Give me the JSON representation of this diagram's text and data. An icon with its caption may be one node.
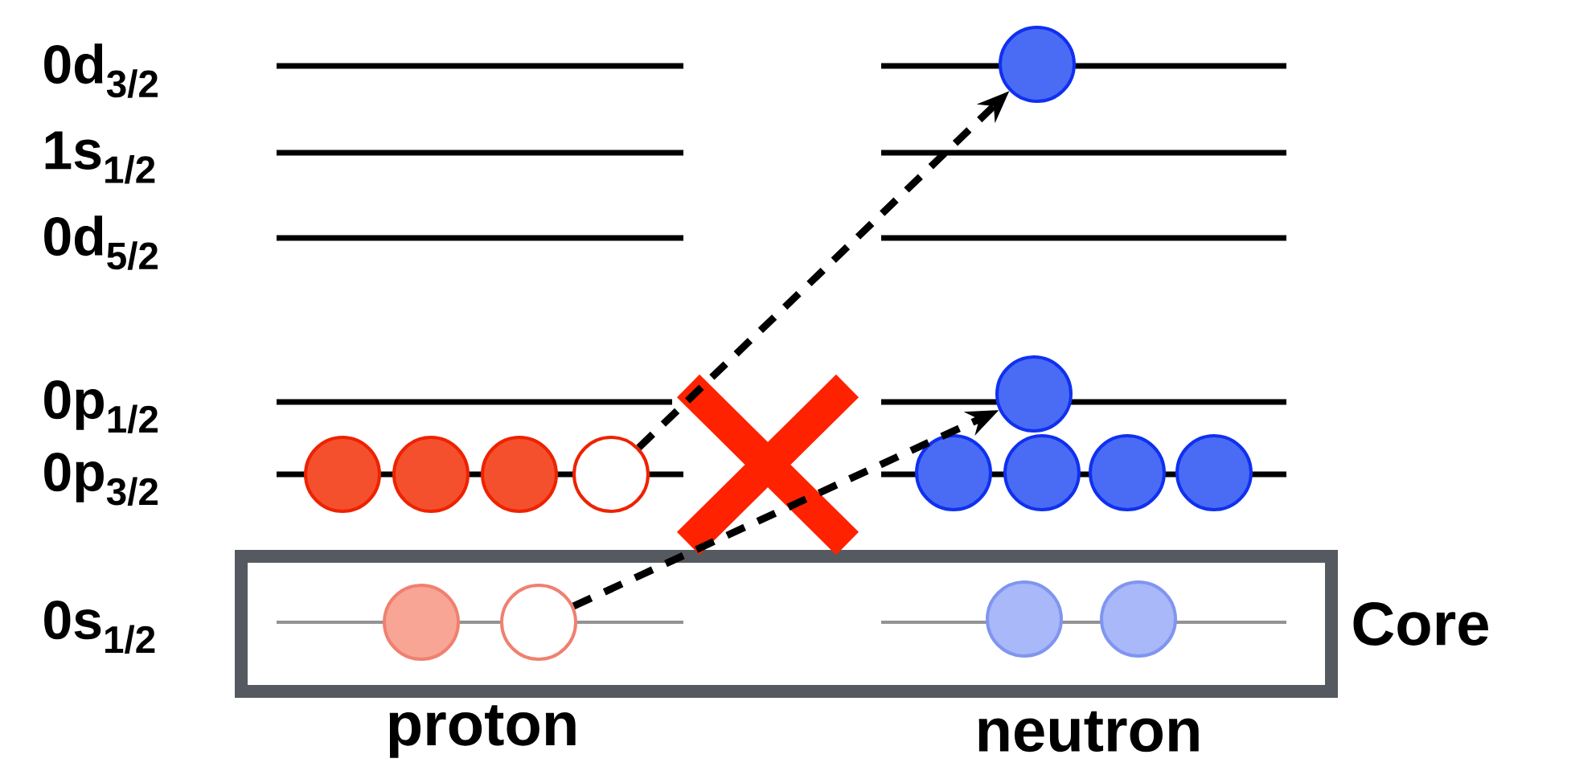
{
  "diagram": {
    "nodes": [
      {
        "text": [],
        "shape": "circle"
      },
      {
        "text": [],
        "shape": "circle"
      },
      {
        "text": [],
        "shape": "circle"
      },
      {
        "text": [],
        "shape": "circle"
      },
      {
        "text": [],
        "shape": "circle"
      },
      {
        "text": [],
        "shape": "circle"
      },
      {
        "text": [],
        "shape": "circle"
      },
      {
        "text": [],
        "shape": "circle"
      },
      {
        "text": [],
        "shape": "circle"
      },
      {
        "text": [],
        "shape": "circle"
      },
      {
        "text": [
          "Core"
        ]
      },
      {
        "text": [],
        "shape": "circle",
        "in": 10
      },
      {
        "text": [],
        "shape": "circle",
        "in": 10
      },
      {
        "text": [],
        "shape": "circle",
        "in": 10
      },
      {
        "text": [],
        "shape": "circle",
        "in": 10
      }
    ],
    "edges": [
      {
        "from": 5,
        "to": 0,
        "arrow": "to",
        "style": "dashed"
      },
      {
        "from": 12,
        "to": 1,
        "arrow": "to",
        "style": "dashed"
      }
    ],
    "labels": [
      "0d$_{3/2}$",
      "1s$_{1/2}$",
      "0d$_{5/2}$",
      "0p$_{1/2}$",
      "0p$_{3/2}$",
      "0s$_{1/2}$",
      "proton",
      "neutron"
    ]
  }
}
